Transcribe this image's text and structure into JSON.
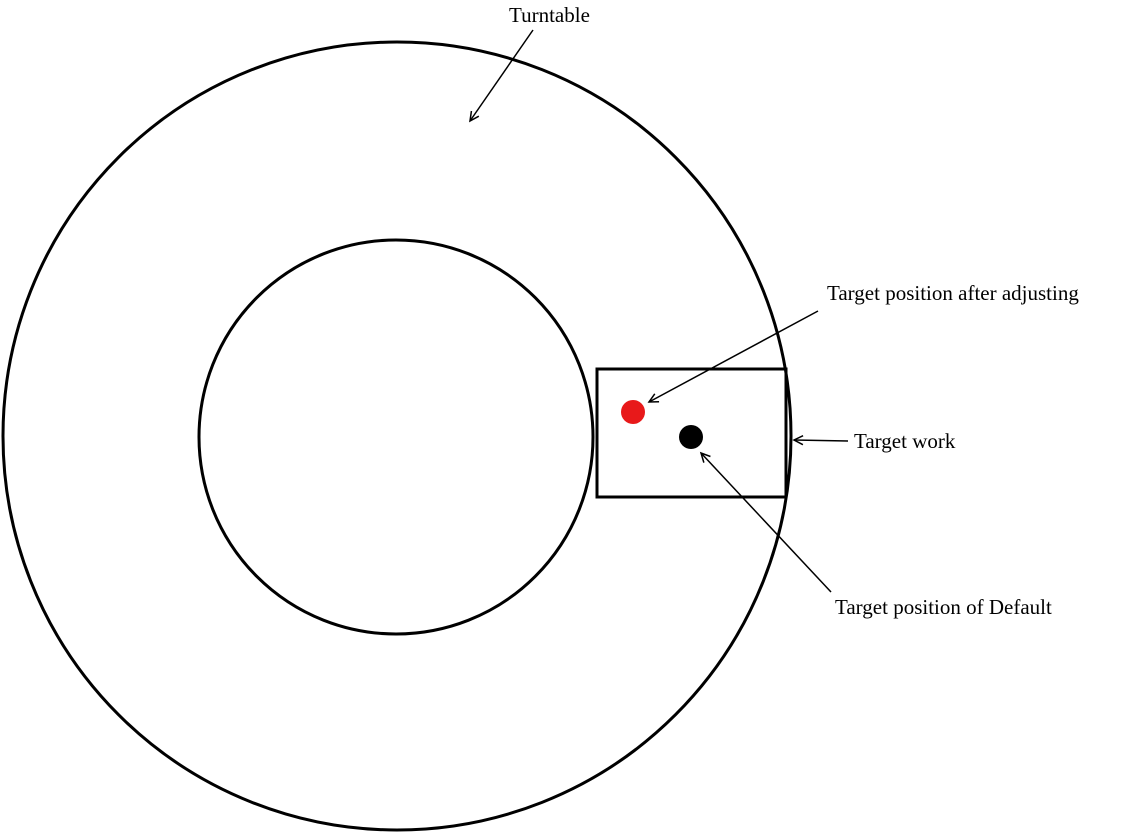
{
  "labels": {
    "turntable": "Turntable",
    "target_after_adjusting": "Target position after adjusting",
    "target_work": "Target work",
    "target_default": "Target position of Default"
  },
  "colors": {
    "adjusted_dot": "#e8191a",
    "default_dot": "#000000",
    "line": "#000000",
    "background": "#ffffff"
  }
}
